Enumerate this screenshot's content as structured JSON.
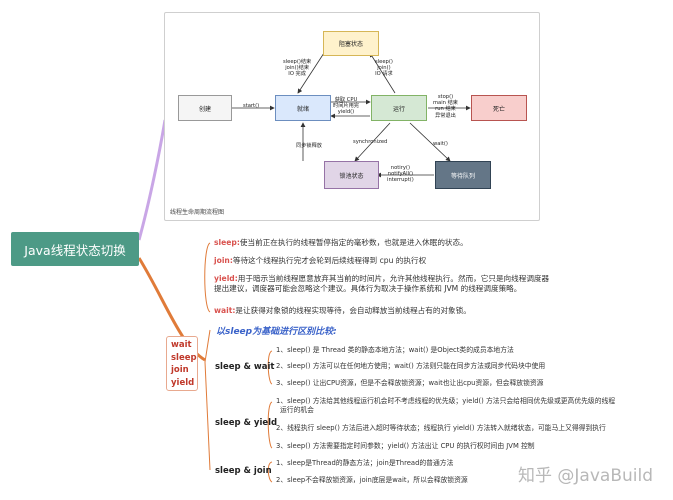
{
  "diagram": {
    "caption": "线程生命周期流程图",
    "states": {
      "blocked": "阻塞状态",
      "new": "创建",
      "ready": "就绪",
      "running": "运行",
      "dead": "死亡",
      "locked": "锁池状态",
      "waiting": "等待队列"
    },
    "edges": {
      "new_to_ready": "start()",
      "blocked_to_ready": [
        "sleep()结束",
        "join()结束",
        "IO 完成"
      ],
      "running_to_blocked": [
        "sleep()",
        "join()",
        "IO 请求"
      ],
      "ready_to_running": [
        "获取 CPU",
        "时间片用完",
        "yield()"
      ],
      "running_to_dead": [
        "stop()",
        "main 结束",
        "run 结束",
        "异常退出"
      ],
      "running_to_locked": "synchronized",
      "locked_to_ready": "同步锁释放",
      "running_to_waiting": "wait()",
      "waiting_to_locked": [
        "notiry()",
        "notifyAll()",
        "interrupt()"
      ]
    },
    "colors": {
      "blocked": "#fff2cc",
      "new": "#f5f5f5",
      "ready": "#dae8fc",
      "running": "#d5e8d4",
      "dead": "#f8cecc",
      "locked": "#e1d5e7",
      "waiting": "#647687"
    }
  },
  "root": {
    "label": "Java线程状态切换",
    "color": "#4d9a86"
  },
  "descriptions": [
    {
      "key": "sleep:",
      "lines": [
        "使当前正在执行的线程暂停指定的毫秒数，也就是进入休眠的状态。"
      ]
    },
    {
      "key": "join:",
      "lines": [
        "等待这个线程执行完才会轮到后续线程得到 cpu 的执行权"
      ]
    },
    {
      "key": "yield:",
      "lines": [
        "用于暗示当前线程愿意放弃其当前的时间片，允许其他线程执行。然而，它只是向线程调度器",
        "提出建议，调度器可能会忽略这个建议。具体行为取决于操作系统和 JVM 的线程调度策略。"
      ]
    },
    {
      "key": "wait:",
      "lines": [
        "是让获得对象锁的线程实现等待，会自动释放当前线程占有的对象锁。"
      ]
    }
  ],
  "compare_title": "以sleep为基础进行区别比较:",
  "methods": [
    "wait",
    "sleep",
    "join",
    "yield"
  ],
  "groups": [
    {
      "label": "sleep & wait",
      "items": [
        [
          "1、sleep() 是 Thread 类的静态本地方法；wait() 是Object类的成员本地方法"
        ],
        [
          "2、sleep() 方法可以在任何地方使用；wait() 方法则只能在同步方法或同步代码块中使用"
        ],
        [
          "3、sleep() 让出CPU资源，但是不会释放锁资源；wait也让出cpu资源，但会释放锁资源"
        ]
      ]
    },
    {
      "label": "sleep & yield",
      "items": [
        [
          "1、sleep() 方法给其他线程运行机会时不考虑线程的优先级；yield() 方法只会给相同优先级或更高优先级的线程",
          "运行的机会"
        ],
        [
          "2、线程执行 sleep() 方法后进入超时等待状态；线程执行 yield() 方法转入就绪状态，可能马上又得得到执行"
        ],
        [
          "3、sleep() 方法需要指定时间参数；yield() 方法出让 CPU 的执行权时间由 JVM 控制"
        ]
      ]
    },
    {
      "label": "sleep & join",
      "items": [
        [
          "1、sleep是Thread的静态方法；join是Thread的普通方法"
        ],
        [
          "2、sleep不会释放锁资源，join底层是wait，所以会释放锁资源"
        ]
      ]
    }
  ],
  "watermark": "知乎 @JavaBuild"
}
